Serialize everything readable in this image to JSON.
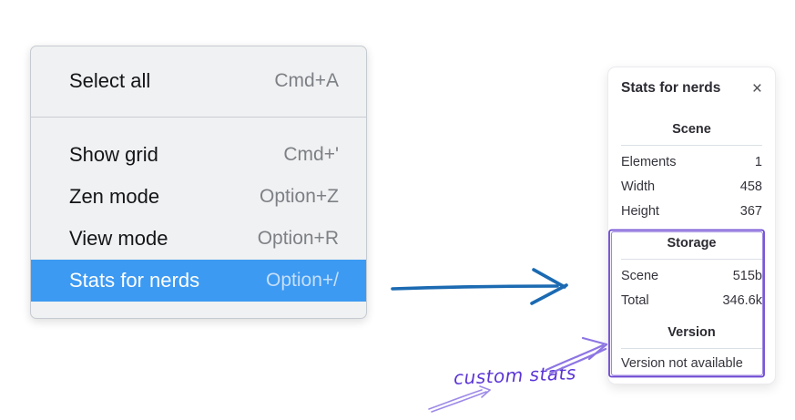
{
  "menu": {
    "groups": [
      {
        "items": [
          {
            "label": "Select all",
            "shortcut": "Cmd+A",
            "highlighted": false
          }
        ]
      },
      {
        "items": [
          {
            "label": "Show grid",
            "shortcut": "Cmd+'",
            "highlighted": false
          },
          {
            "label": "Zen mode",
            "shortcut": "Option+Z",
            "highlighted": false
          },
          {
            "label": "View mode",
            "shortcut": "Option+R",
            "highlighted": false
          },
          {
            "label": "Stats for nerds",
            "shortcut": "Option+/",
            "highlighted": true
          }
        ]
      }
    ]
  },
  "panel": {
    "title": "Stats for nerds",
    "close_icon": "×",
    "sections": [
      {
        "heading": "Scene",
        "rows": [
          {
            "label": "Elements",
            "value": "1"
          },
          {
            "label": "Width",
            "value": "458"
          },
          {
            "label": "Height",
            "value": "367"
          }
        ]
      },
      {
        "heading": "Storage",
        "rows": [
          {
            "label": "Scene",
            "value": "515b"
          },
          {
            "label": "Total",
            "value": "346.6k"
          }
        ]
      },
      {
        "heading": "Version",
        "rows": [],
        "note": "Version not available"
      }
    ]
  },
  "annotation": {
    "label": "custom stats"
  },
  "colors": {
    "menu_highlight": "#3d9af2",
    "menu_background": "#f0f1f2",
    "arrow_blue": "#1b6ab2",
    "annotation_purple": "#6741d9",
    "annotation_arrow_purple": "#8d76e3",
    "panel_divider": "#dbe0e5"
  }
}
